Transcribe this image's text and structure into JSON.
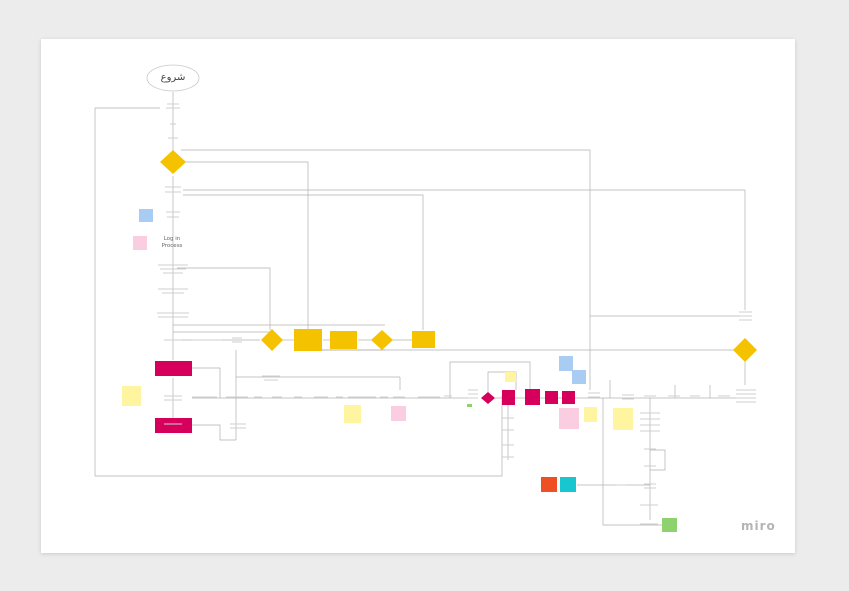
{
  "board": {
    "start_label": "شروع",
    "login_label": "Log in\nProcess",
    "logo": "miro"
  },
  "colors": {
    "yellow": "#f5c200",
    "pink": "#d6005c",
    "sticky_yellow": "#fff5a0",
    "sticky_pink": "#fbcde0",
    "sticky_blue": "#a9cdf2",
    "green": "#8ed16f",
    "orange": "#f04e23",
    "cyan": "#17c6cf",
    "line": "#b0b0b0"
  }
}
